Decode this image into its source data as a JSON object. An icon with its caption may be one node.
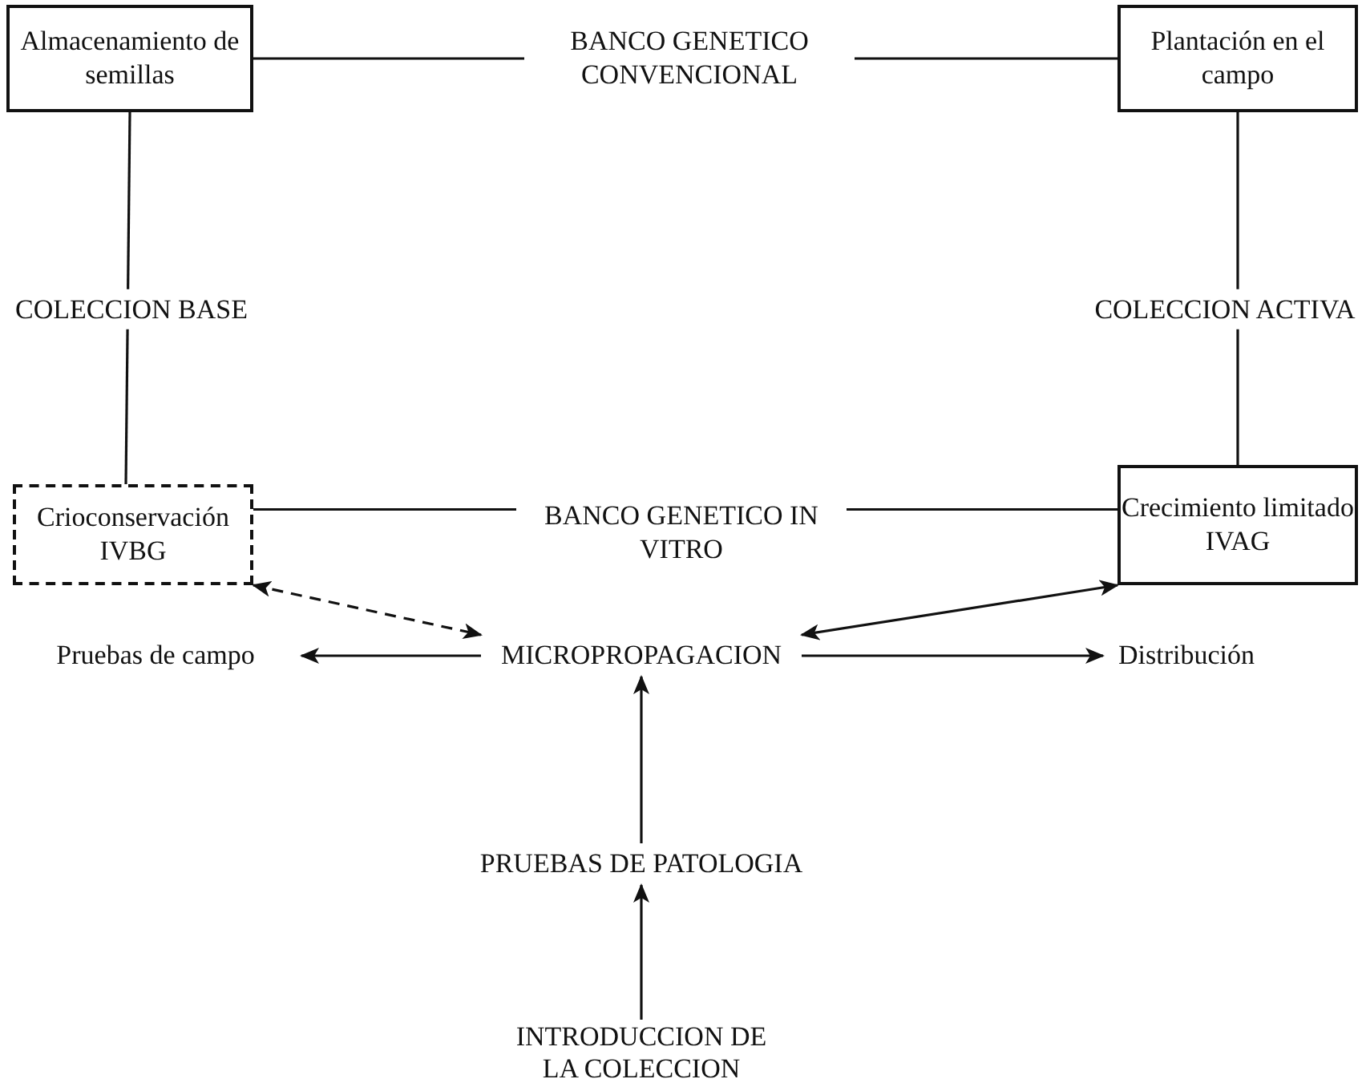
{
  "diagram": {
    "nodes": [
      {
        "text": [
          "Almacenamiento de semillas"
        ]
      },
      {
        "text": [
          "Plantación en el campo"
        ]
      },
      {
        "text": [
          "Crioconservación IVBG"
        ]
      },
      {
        "text": [
          "Crecimiento limitado IVAG"
        ]
      },
      {
        "text": [
          "MICROPROPAGACION"
        ]
      },
      {
        "text": [
          "Pruebas de campo"
        ]
      },
      {
        "text": [
          "Distribución"
        ]
      },
      {
        "text": [
          "PRUEBAS DE PATOLOGIA"
        ]
      },
      {
        "text": [
          "INTRODUCCION DE LA COLECCION"
        ]
      }
    ],
    "edges": [
      {
        "from": 0,
        "to": 1,
        "arrow": "none",
        "label": "BANCO GENETICO CONVENCIONAL"
      },
      {
        "from": 0,
        "to": 2,
        "arrow": "none",
        "label": "COLECCION BASE"
      },
      {
        "from": 1,
        "to": 3,
        "arrow": "none",
        "label": "COLECCION ACTIVA"
      },
      {
        "from": 2,
        "to": 3,
        "arrow": "none",
        "label": "BANCO GENETICO IN VITRO"
      },
      {
        "from": 2,
        "to": 4,
        "arrow": "both",
        "style": "dashed"
      },
      {
        "from": 3,
        "to": 4,
        "arrow": "both"
      },
      {
        "from": 4,
        "to": 5,
        "arrow": "to"
      },
      {
        "from": 4,
        "to": 6,
        "arrow": "to"
      },
      {
        "from": 7,
        "to": 4,
        "arrow": "to"
      },
      {
        "from": 8,
        "to": 7,
        "arrow": "to"
      }
    ]
  }
}
